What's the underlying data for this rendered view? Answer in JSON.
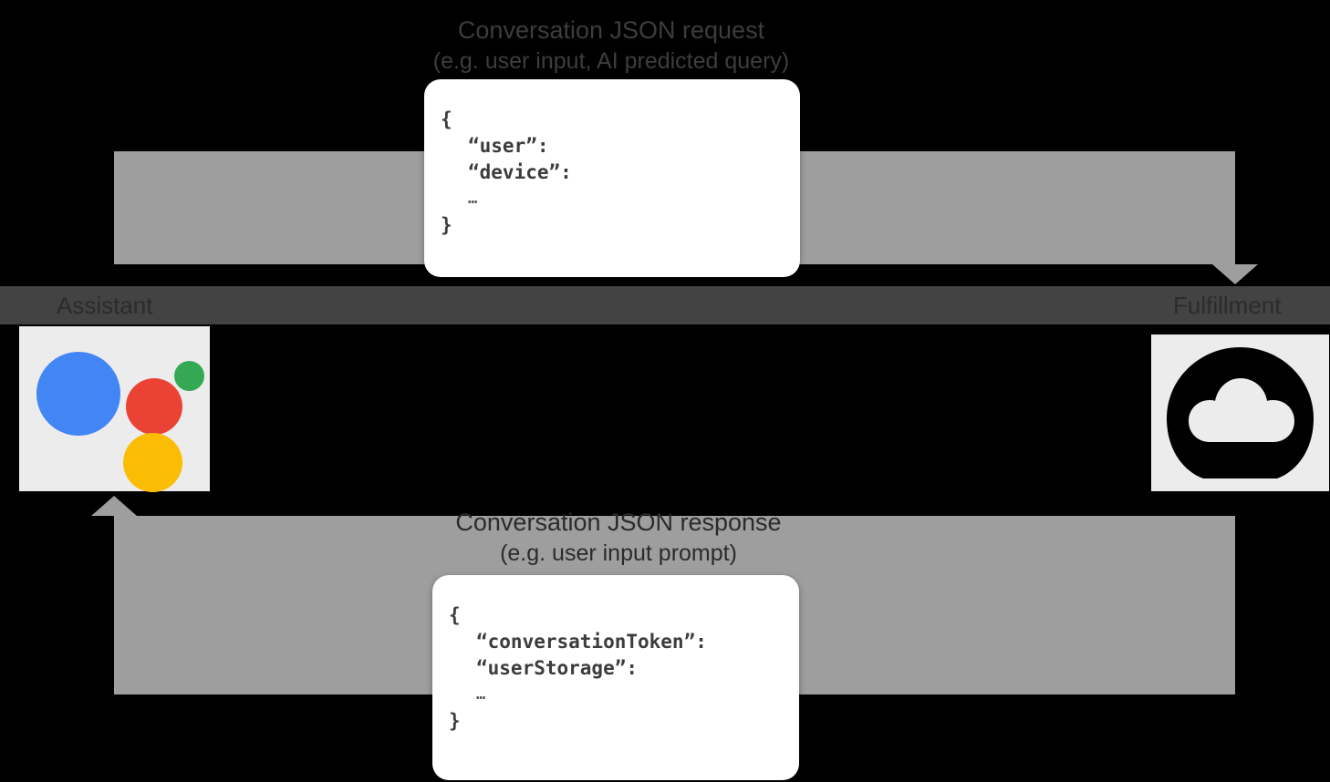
{
  "diagram": {
    "type": "sequence-flow",
    "background_color": "#000000",
    "arrow_color": "#9e9e9e",
    "band_color": "#434343",
    "nodes": [
      {
        "id": "assistant",
        "label": "Assistant",
        "icon": "google-assistant-logo",
        "icon_colors": [
          "#4285f4",
          "#ea4335",
          "#34a853",
          "#fbbc04"
        ]
      },
      {
        "id": "fulfillment",
        "label": "Fulfillment",
        "icon": "cloud-icon",
        "icon_colors": [
          "#000000",
          "#ececec"
        ]
      }
    ],
    "flows": [
      {
        "id": "request",
        "direction": "assistant-to-fulfillment",
        "title": "Conversation JSON request",
        "subtitle": "(e.g. user input, AI predicted query)",
        "payload": {
          "open": "{",
          "keys": [
            "“user”:",
            "“device”:"
          ],
          "ellipsis": "…",
          "close": "}"
        }
      },
      {
        "id": "response",
        "direction": "fulfillment-to-assistant",
        "title": "Conversation JSON response",
        "subtitle": "(e.g. user input prompt)",
        "payload": {
          "open": "{",
          "keys": [
            "“conversationToken”:",
            "“userStorage”:"
          ],
          "ellipsis": "…",
          "close": "}"
        }
      }
    ]
  }
}
